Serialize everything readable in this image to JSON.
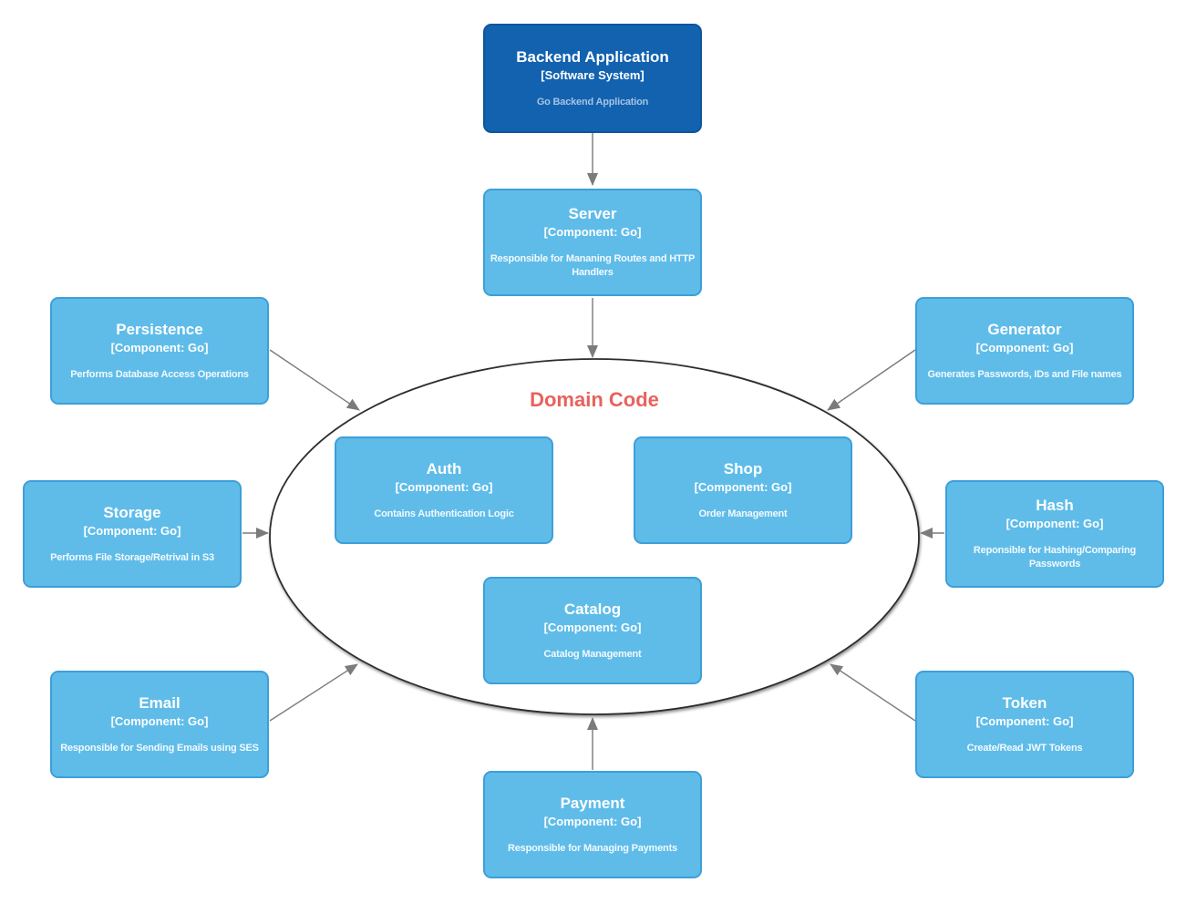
{
  "diagram": {
    "title": "Domain Code",
    "type": "c4-component-diagram",
    "colors": {
      "system_fill": "#1262b0",
      "system_border": "#0d559c",
      "component_fill": "#5fbce9",
      "component_border": "#3d9fd9",
      "domain_label_text": "#e8625d",
      "edge_stroke": "#7b7b7b",
      "ellipse_stroke": "#2d2d2d",
      "text": "#ffffff"
    }
  },
  "nodes": {
    "backend": {
      "title": "Backend Application",
      "subtitle": "[Software System]",
      "description": "Go Backend Application"
    },
    "server": {
      "title": "Server",
      "subtitle": "[Component: Go]",
      "description": "Responsible for Mananing Routes and HTTP Handlers"
    },
    "persistence": {
      "title": "Persistence",
      "subtitle": "[Component: Go]",
      "description": "Performs Database Access Operations"
    },
    "storage": {
      "title": "Storage",
      "subtitle": "[Component: Go]",
      "description": "Performs File Storage/Retrival in S3"
    },
    "email": {
      "title": "Email",
      "subtitle": "[Component: Go]",
      "description": "Responsible for Sending Emails using SES"
    },
    "generator": {
      "title": "Generator",
      "subtitle": "[Component: Go]",
      "description": "Generates Passwords, IDs and File names"
    },
    "hash": {
      "title": "Hash",
      "subtitle": "[Component: Go]",
      "description": "Reponsible for Hashing/Comparing Passwords"
    },
    "token": {
      "title": "Token",
      "subtitle": "[Component: Go]",
      "description": "Create/Read JWT Tokens"
    },
    "payment": {
      "title": "Payment",
      "subtitle": "[Component: Go]",
      "description": "Responsible for Managing Payments"
    },
    "auth": {
      "title": "Auth",
      "subtitle": "[Component: Go]",
      "description": "Contains Authentication Logic"
    },
    "shop": {
      "title": "Shop",
      "subtitle": "[Component: Go]",
      "description": "Order Management"
    },
    "catalog": {
      "title": "Catalog",
      "subtitle": "[Component: Go]",
      "description": "Catalog Management"
    }
  },
  "edges": [
    {
      "from": "backend",
      "to": "server"
    },
    {
      "from": "server",
      "to": "domain-code"
    },
    {
      "from": "persistence",
      "to": "domain-code"
    },
    {
      "from": "storage",
      "to": "domain-code"
    },
    {
      "from": "email",
      "to": "domain-code"
    },
    {
      "from": "generator",
      "to": "domain-code"
    },
    {
      "from": "hash",
      "to": "domain-code"
    },
    {
      "from": "token",
      "to": "domain-code"
    },
    {
      "from": "payment",
      "to": "domain-code"
    }
  ]
}
